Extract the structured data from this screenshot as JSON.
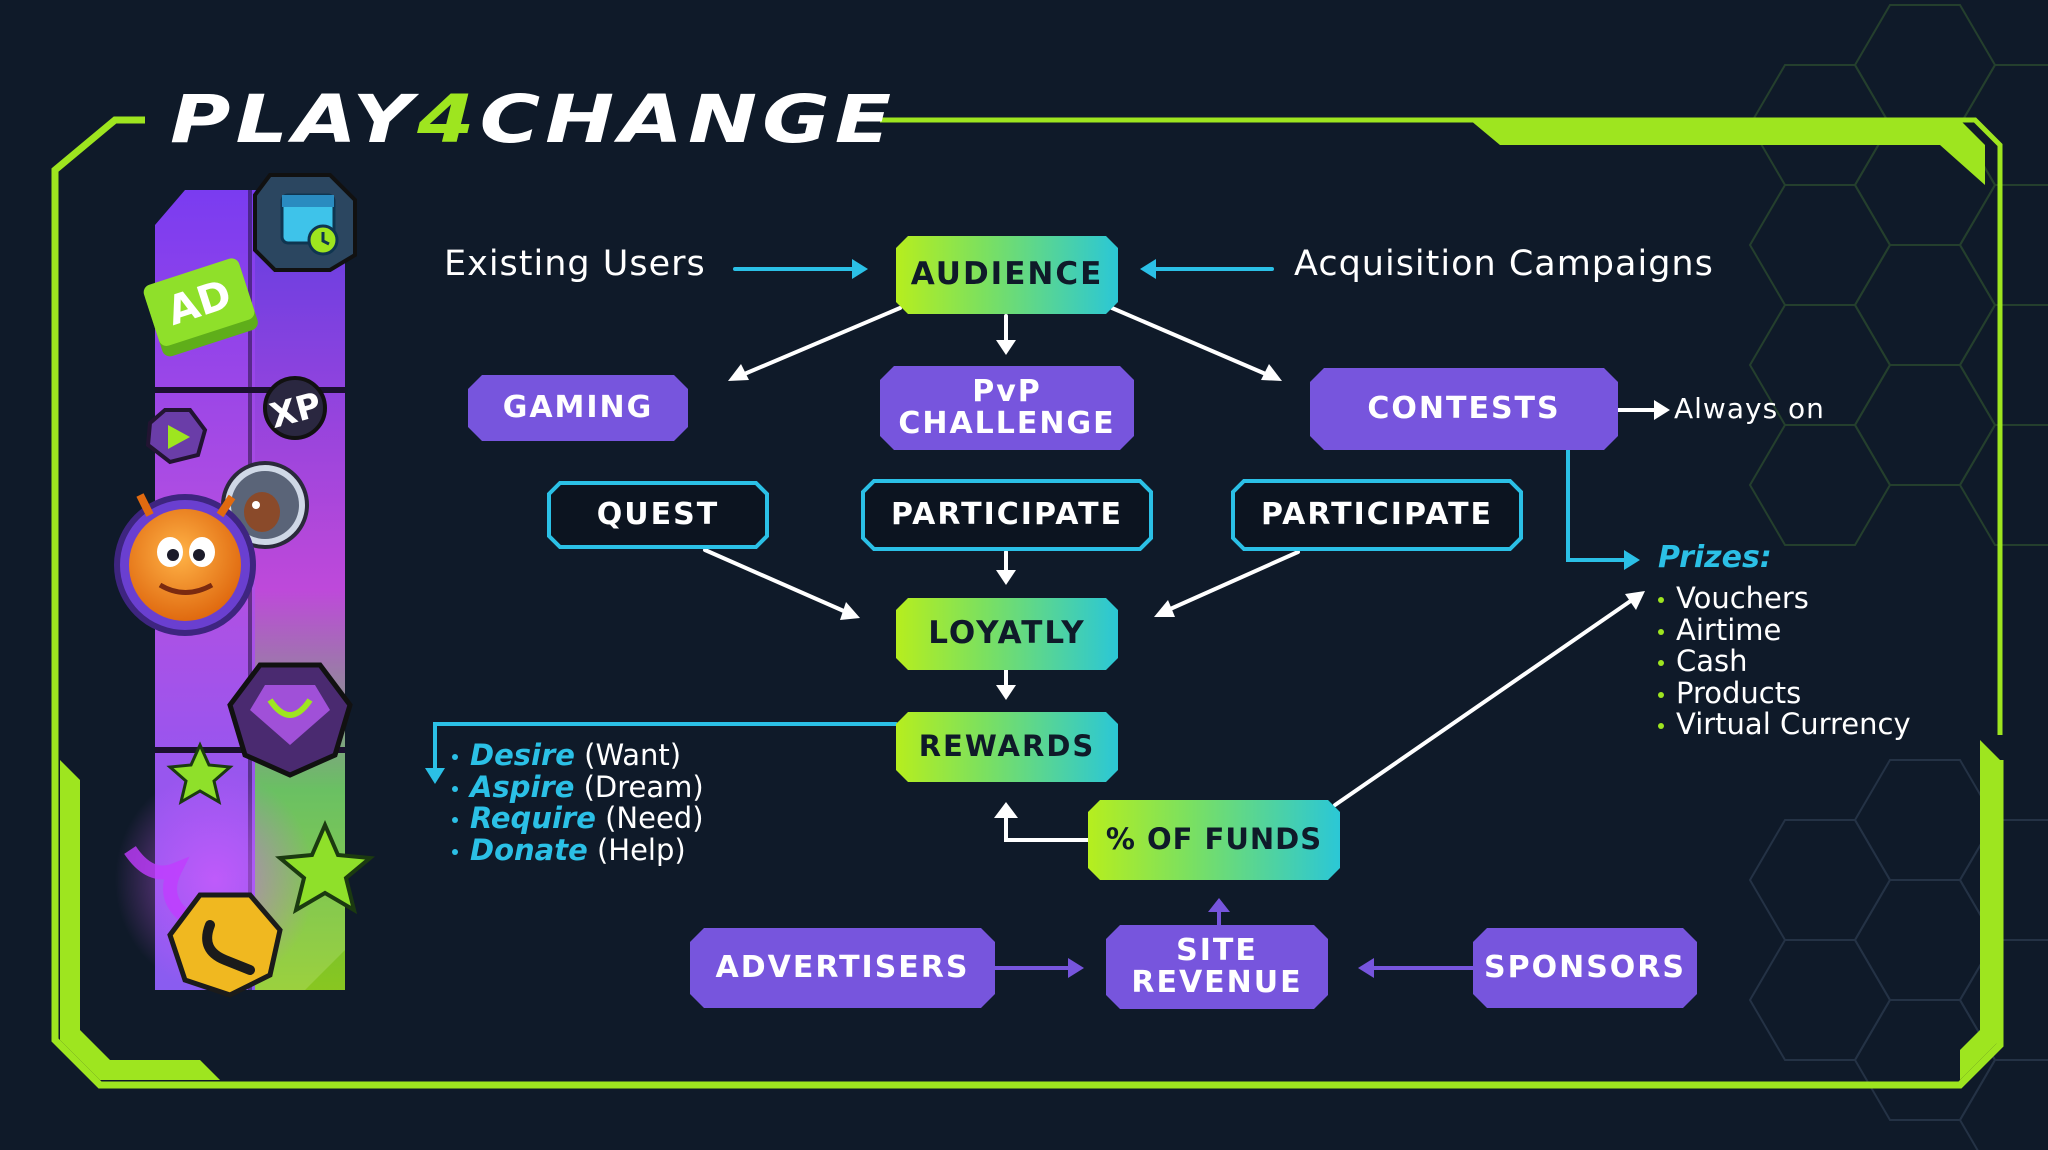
{
  "logo": {
    "part1": "PLAY",
    "part2": "4",
    "part3": "CHANGE"
  },
  "colors": {
    "background": "#0f1a29",
    "lime": "#9ee51f",
    "cyan": "#2bc0e6",
    "purple": "#7755dd"
  },
  "icons": [
    "calendar-clock-icon",
    "ad-badge-icon",
    "xp-badge-icon",
    "play-gem-icon",
    "monster-avatar-icon",
    "bird-avatar-icon",
    "shield-gem-icon",
    "star-icon",
    "boost-star-icon",
    "wrench-coin-icon"
  ],
  "diagram": {
    "sources": {
      "existing_users": "Existing Users",
      "acquisition": "Acquisition Campaigns"
    },
    "nodes": {
      "audience": "AUDIENCE",
      "gaming": "GAMING",
      "pvp": "PvP\nCHALLENGE",
      "contests": "CONTESTS",
      "quest": "QUEST",
      "participate_pvp": "PARTICIPATE",
      "participate_contests": "PARTICIPATE",
      "loyalty": "LOYATLY",
      "rewards": "REWARDS",
      "funds": "% OF FUNDS",
      "advertisers": "ADVERTISERS",
      "site_revenue": "SITE\nREVENUE",
      "sponsors": "SPONSORS"
    },
    "always_on": "Always on",
    "prizes": {
      "title": "Prizes:",
      "items": [
        "Vouchers",
        "Airtime",
        "Cash",
        "Products",
        "Virtual Currency"
      ]
    },
    "reward_types": [
      {
        "keyword": "Desire",
        "meaning": "(Want)"
      },
      {
        "keyword": "Aspire",
        "meaning": "(Dream)"
      },
      {
        "keyword": "Require",
        "meaning": "(Need)"
      },
      {
        "keyword": "Donate",
        "meaning": "(Help)"
      }
    ]
  }
}
